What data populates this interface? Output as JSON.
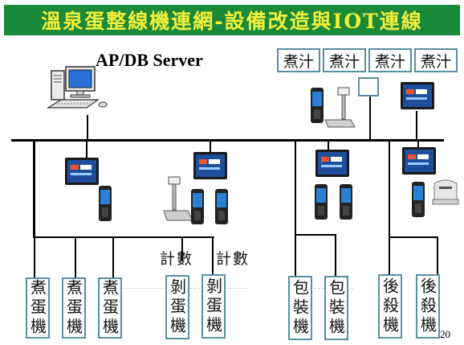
{
  "title": "溫泉蛋整線機連網-設備改造與IOT連線",
  "server_label": "AP/DB Server",
  "top_boxes": [
    "煮汁",
    "煮汁",
    "煮汁",
    "煮汁"
  ],
  "count_labels": [
    "計數",
    "計數"
  ],
  "bottom_boxes": [
    "煮蛋機",
    "煮蛋機",
    "煮蛋機",
    "剝蛋機",
    "剝蛋機",
    "包裝機",
    "包裝機",
    "後殺機",
    "後殺機"
  ],
  "page_number": "20",
  "colors": {
    "title_bg": "#1a8a3a",
    "title_text": "#f3ee3a",
    "box_border": "#5a8fa3"
  },
  "icons": [
    "desktop-computer-icon",
    "panel-pc-icon",
    "handheld-scanner-icon",
    "platform-scale-icon",
    "label-printer-icon"
  ]
}
